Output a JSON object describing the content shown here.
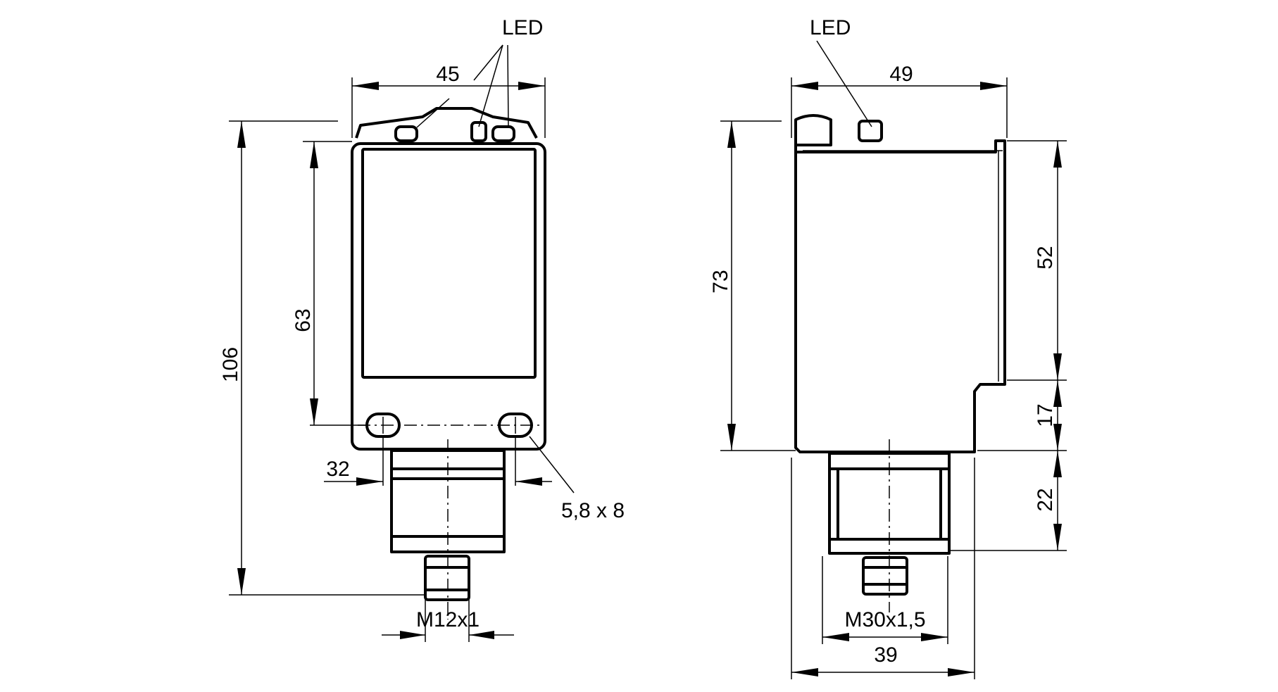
{
  "front_view": {
    "led_label": "LED",
    "width_dim": "45",
    "height_total_dim": "106",
    "height_body_dim": "63",
    "hole_offset_dim": "32",
    "slot_dim": "5,8 x 8",
    "thread_dim": "M12x1"
  },
  "side_view": {
    "led_label": "LED",
    "width_top_dim": "49",
    "height_dim": "73",
    "upper_height_dim": "52",
    "step_height_dim": "17",
    "thread_height_dim": "22",
    "thread_dim": "M30x1,5",
    "width_bottom_dim": "39"
  }
}
